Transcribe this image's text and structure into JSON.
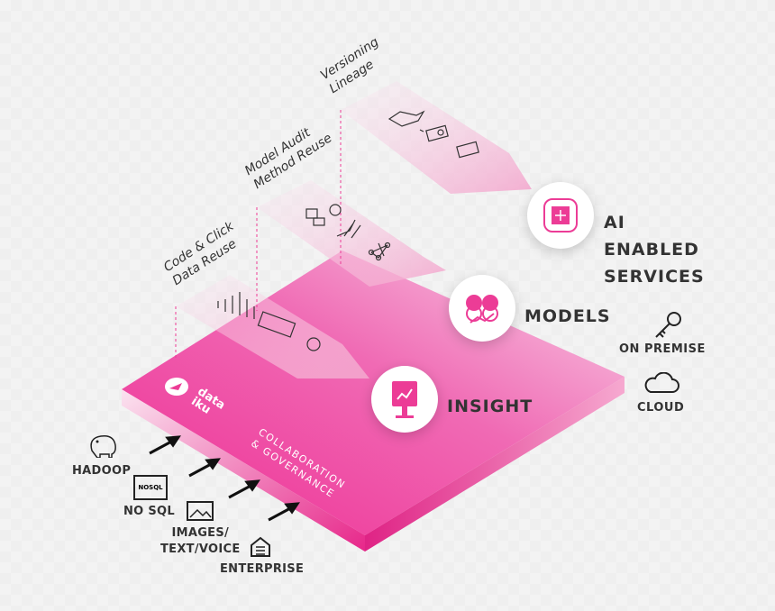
{
  "colors": {
    "accent": "#ec3c96",
    "plate_top": "#ee3fa0",
    "plate_side": "#e02585"
  },
  "brand": {
    "logo_line1": "data",
    "logo_line2": "iku"
  },
  "plate": {
    "line1": "COLLABORATION",
    "line2": "& GOVERNANCE"
  },
  "layers": [
    {
      "line1": "Versioning",
      "line2": "Lineage"
    },
    {
      "line1": "Model Audit",
      "line2": "Method Reuse"
    },
    {
      "line1": "Code & Click",
      "line2": "Data Reuse"
    }
  ],
  "outputs": {
    "ai_line1": "AI",
    "ai_line2": "ENABLED",
    "ai_line3": "SERVICES",
    "models": "MODELS",
    "insight": "INSIGHT"
  },
  "deployment": {
    "on_premise": "ON PREMISE",
    "cloud": "CLOUD"
  },
  "sources": {
    "hadoop": "HADOOP",
    "nosql_icon": "NOSQL",
    "nosql": "NO SQL",
    "images_line1": "IMAGES/",
    "images_line2": "TEXT/VOICE",
    "enterprise": "ENTERPRISE"
  }
}
